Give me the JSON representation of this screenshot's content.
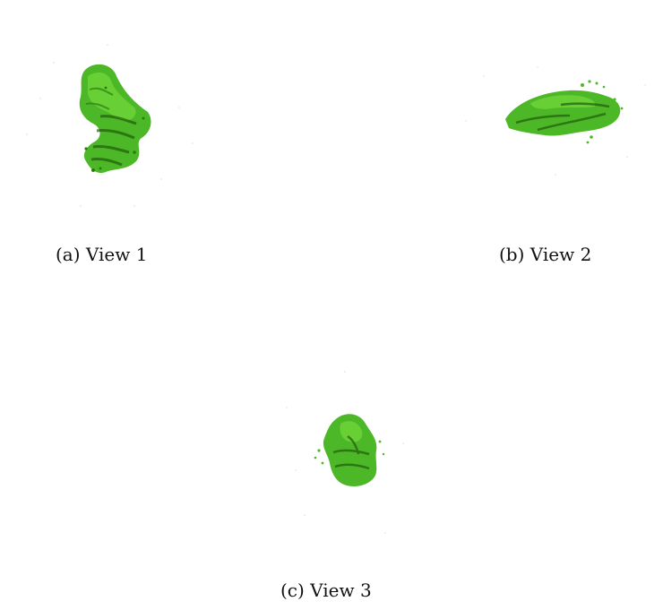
{
  "figures": [
    {
      "caption": "(a) View 1"
    },
    {
      "caption": "(b) View 2"
    },
    {
      "caption": "(c) View 3"
    }
  ],
  "colors": {
    "blob_base": "#4db827",
    "blob_light": "#6fd43a",
    "blob_dark": "#1f5a0d",
    "noise": "#d9d9d9",
    "background": "#ffffff"
  }
}
